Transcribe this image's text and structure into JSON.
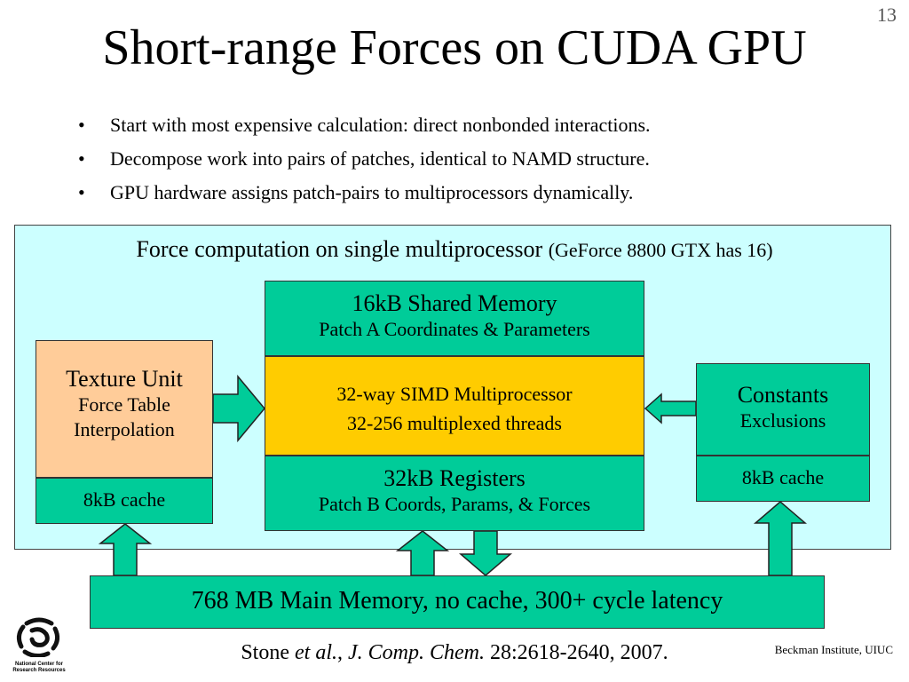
{
  "slide": {
    "number": "13",
    "title": "Short-range Forces on CUDA GPU",
    "bullets": [
      "Start with most expensive calculation: direct nonbonded interactions.",
      "Decompose work into pairs of patches, identical to NAMD structure.",
      "GPU hardware assigns patch-pairs to multiprocessors dynamically."
    ]
  },
  "diagram": {
    "panel_title": "Force computation on single multiprocessor",
    "panel_title_note": "(GeForce 8800 GTX has 16)",
    "texture_unit": {
      "title": "Texture Unit",
      "line2": "Force Table",
      "line3": "Interpolation",
      "cache": "8kB cache"
    },
    "shared_memory": {
      "title": "16kB Shared Memory",
      "subtitle": "Patch A Coordinates & Parameters"
    },
    "simd": {
      "line1": "32-way SIMD Multiprocessor",
      "line2": "32-256 multiplexed threads"
    },
    "registers": {
      "title": "32kB Registers",
      "subtitle": "Patch B Coords, Params, & Forces"
    },
    "constants": {
      "title": "Constants",
      "subtitle": "Exclusions",
      "cache": "8kB cache"
    },
    "main_memory": "768 MB Main Memory, no cache, 300+ cycle latency"
  },
  "footer": {
    "citation_author": "Stone",
    "citation_etal": "et al.",
    "citation_sep": ",",
    "citation_journal": "J. Comp. Chem.",
    "citation_ref": "28:2618-2640, 2007.",
    "affiliation": "Beckman Institute, UIUC",
    "logo_text": "National Center for Research Resources"
  },
  "colors": {
    "panel_bg": "#ccffff",
    "teal": "#00cc99",
    "texture": "#ffcc99",
    "simd": "#ffcc00"
  },
  "icons": {
    "logo": "ncsa-logo-icon"
  }
}
